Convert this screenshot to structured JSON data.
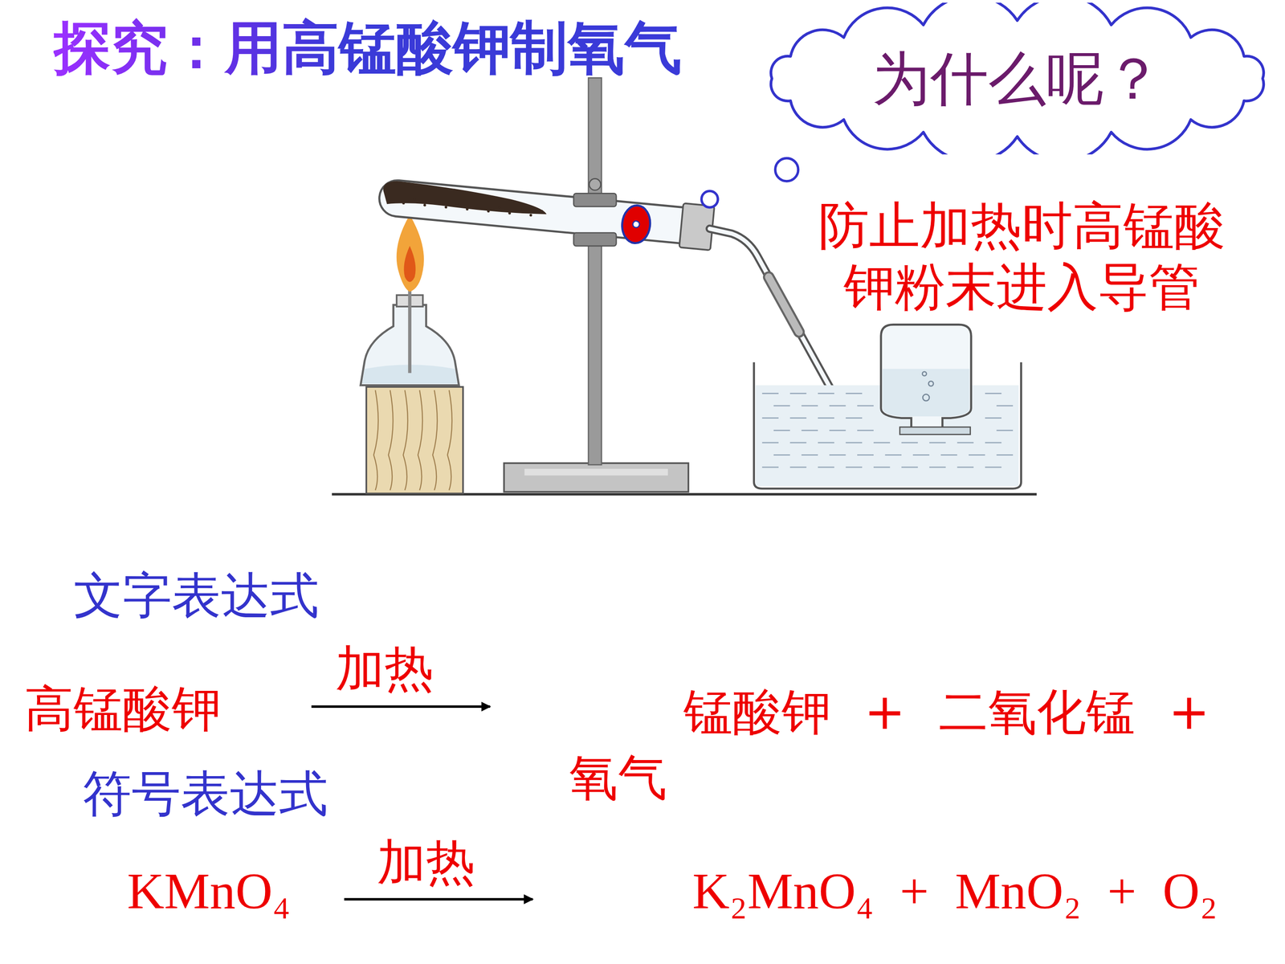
{
  "diagram": {
    "title": "探究：用高锰酸钾制氧气",
    "nodes": [
      {
        "text": [
          "为什么呢？"
        ]
      }
    ],
    "labels": [
      "防止加热时高锰酸钾粉末进入导管",
      "文字表达式",
      "加热",
      "高锰酸钾",
      "锰酸钾 + 二氧化锰 + 氧气",
      "符号表达式",
      "加热",
      "KMnO₄",
      "K₂MnO₄ + MnO₂ + O₂"
    ]
  }
}
